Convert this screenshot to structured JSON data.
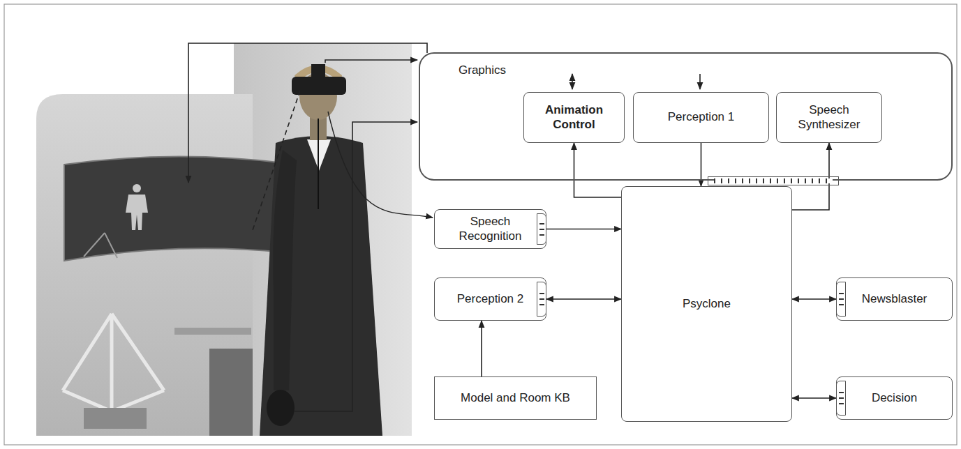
{
  "diagram": {
    "nodes": [
      {
        "text": [
          "Graphics"
        ]
      },
      {
        "text": [
          "Animation Control"
        ],
        "in": 0
      },
      {
        "text": [
          "Perception 1"
        ],
        "in": 0
      },
      {
        "text": [
          "Speech Synthesizer"
        ],
        "in": 0
      },
      {
        "text": [
          "Speech Recognition"
        ]
      },
      {
        "text": [
          "Perception 2"
        ]
      },
      {
        "text": [
          "Model and Room KB"
        ]
      },
      {
        "text": [
          "Psyclone"
        ]
      },
      {
        "text": [
          "Newsblaster"
        ]
      },
      {
        "text": [
          "Decision"
        ]
      }
    ],
    "edges": [
      {
        "from": 7,
        "to": 1,
        "arrow": "to"
      },
      {
        "from": 2,
        "to": 7,
        "arrow": "to"
      },
      {
        "from": 7,
        "to": 3,
        "arrow": "to"
      },
      {
        "from": 4,
        "to": 7,
        "arrow": "to"
      },
      {
        "from": 5,
        "to": 7,
        "arrow": "both"
      },
      {
        "from": 6,
        "to": 5,
        "arrow": "to"
      },
      {
        "from": 8,
        "to": 7,
        "arrow": "both"
      },
      {
        "from": 9,
        "to": 7,
        "arrow": "both"
      }
    ]
  }
}
